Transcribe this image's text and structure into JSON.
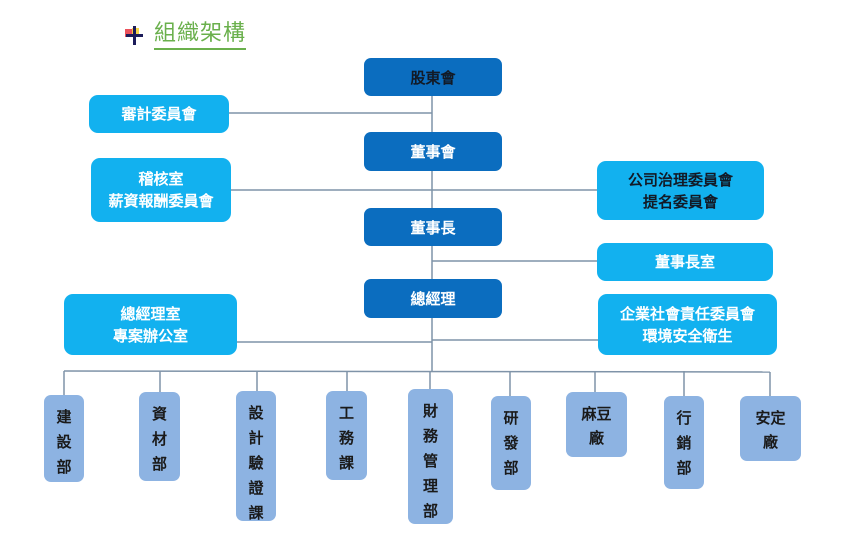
{
  "header": {
    "title": "組織架構",
    "icon": "plus-cross-icon"
  },
  "chain": {
    "shareholders": "股東會",
    "board": "董事會",
    "chairman": "董事長",
    "president": "總經理"
  },
  "side_units": {
    "audit_committee": "審計委員會",
    "internal_audit": {
      "line1": "稽核室",
      "line2": "薪資報酬委員會"
    },
    "governance": {
      "line1": "公司治理委員會",
      "line2": "提名委員會"
    },
    "chairman_office": "董事長室",
    "president_office": {
      "line1": "總經理室",
      "line2": "專案辦公室"
    },
    "csr": {
      "line1": "企業社會責任委員會",
      "line2": "環境安全衛生"
    }
  },
  "departments": [
    {
      "label": "建設部",
      "layout": "vertical"
    },
    {
      "label": "資材部",
      "layout": "vertical"
    },
    {
      "label": "設計驗證課",
      "layout": "vertical"
    },
    {
      "label": "工務課",
      "layout": "vertical"
    },
    {
      "label": "財務管理部",
      "layout": "vertical"
    },
    {
      "label": "研發部",
      "layout": "vertical"
    },
    {
      "label": "麻豆廠",
      "layout": "horizontal",
      "line1": "麻豆",
      "line2": "廠"
    },
    {
      "label": "行銷部",
      "layout": "vertical"
    },
    {
      "label": "安定廠",
      "layout": "horizontal",
      "line1": "安定",
      "line2": "廠"
    }
  ],
  "colors": {
    "chain_box": "#0b6dbf",
    "side_box": "#12b1ef",
    "dept_box": "#8db3e2",
    "connector": "#7f93a8",
    "title": "#6ab04c"
  }
}
